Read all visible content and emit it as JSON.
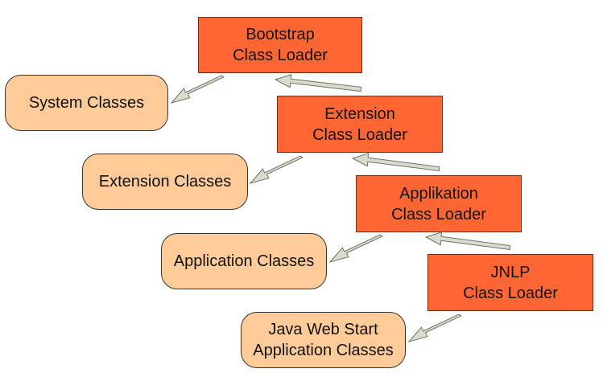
{
  "loaders": [
    {
      "line1": "Bootstrap",
      "line2": "Class Loader"
    },
    {
      "line1": "Extension",
      "line2": "Class Loader"
    },
    {
      "line1": "Applikation",
      "line2": "Class Loader"
    },
    {
      "line1": "JNLP",
      "line2": "Class Loader"
    }
  ],
  "class_groups": [
    {
      "line1": "System Classes",
      "line2": ""
    },
    {
      "line1": "Extension Classes",
      "line2": ""
    },
    {
      "line1": "Application Classes",
      "line2": ""
    },
    {
      "line1": "Java Web Start",
      "line2": "Application Classes"
    }
  ],
  "colors": {
    "loader_fill": "#ff6633",
    "classes_fill": "#ffcc99",
    "arrow_fill": "#d8dccf"
  }
}
